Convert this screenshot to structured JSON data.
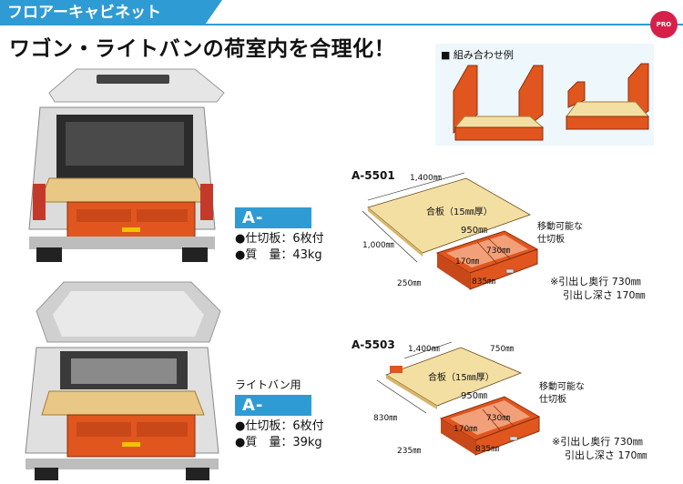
{
  "header": {
    "tab_title": "フロアーキャビネット"
  },
  "headline": "ワゴン・ライトバンの荷室内を合理化！",
  "badge": {
    "text": "PRO"
  },
  "combo": {
    "label": "■ 組み合わせ例"
  },
  "products": [
    {
      "model": "A-5501",
      "subtitle": "",
      "spec_partition": "●仕切板：6枚付",
      "spec_weight": "●質　量：43kg",
      "diagram": {
        "title": "A-5501",
        "width": "1,400㎜",
        "depth": "1,000㎜",
        "height": "250㎜",
        "board": "合板（15㎜厚）",
        "drawer_w": "950㎜",
        "drawer_d": "730㎜",
        "inner_h": "170㎜",
        "inner_w": "835㎜",
        "movable": "移動可能な",
        "partition": "仕切板",
        "note1": "※引出し奥行 730㎜",
        "note2": "引出し深さ 170㎜"
      }
    },
    {
      "model": "A-5503",
      "subtitle": "ライトバン用",
      "spec_partition": "●仕切板：6枚付",
      "spec_weight": "●質　量：39kg",
      "diagram": {
        "title": "A-5503",
        "width": "1,400㎜",
        "width2": "750㎜",
        "depth": "830㎜",
        "height": "235㎜",
        "board": "合板（15㎜厚）",
        "drawer_w": "950㎜",
        "drawer_d": "730㎜",
        "inner_h": "170㎜",
        "inner_w": "835㎜",
        "movable": "移動可能な",
        "partition": "仕切板",
        "note1": "※引出し奥行 730㎜",
        "note2": "引出し深さ 170㎜"
      }
    }
  ],
  "colors": {
    "accent": "#2f9bd4",
    "cabinet": "#e0561e",
    "board": "#f4dfa3"
  }
}
